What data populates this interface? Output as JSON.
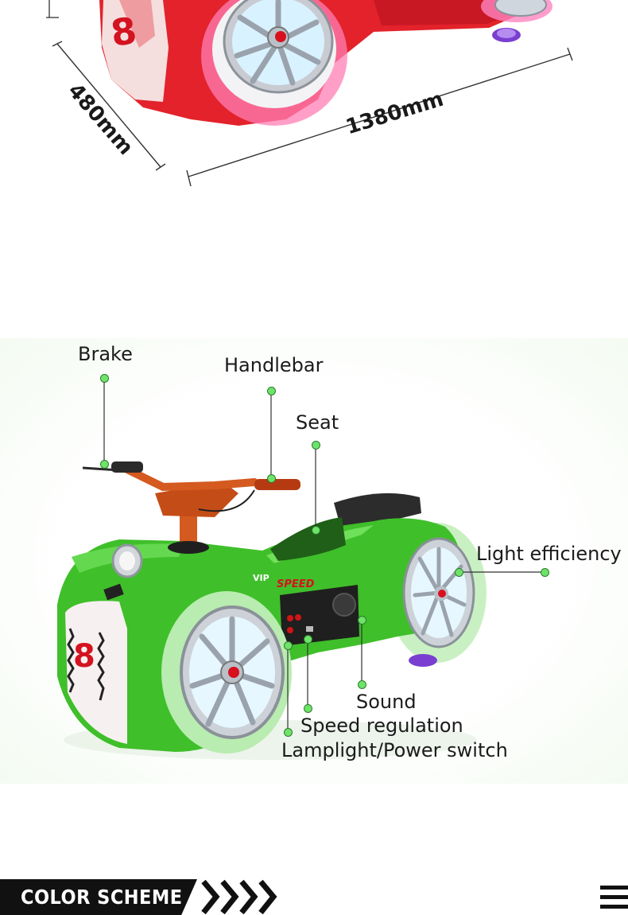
{
  "dimensions": {
    "width_label": "480mm",
    "length_label": "1380mm"
  },
  "diagram": {
    "callouts": {
      "brake": "Brake",
      "handlebar": "Handlebar",
      "seat": "Seat",
      "light_efficiency": "Light efficiency",
      "sound": "Sound",
      "speed_regulation": "Speed regulation",
      "lamplight_power_switch": "Lamplight/Power switch"
    },
    "decals": {
      "number": "8",
      "brand": "SPEED",
      "badge": "VIP"
    }
  },
  "banner": {
    "title": "COLOR SCHEME"
  },
  "colors": {
    "top_vehicle_body": "#e3222b",
    "diagram_vehicle_body": "#3fbf2a",
    "callout_dot": "#6ee36a",
    "banner_bg": "#111111"
  },
  "icons": [
    "menu-icon",
    "chevron-right-icon"
  ]
}
